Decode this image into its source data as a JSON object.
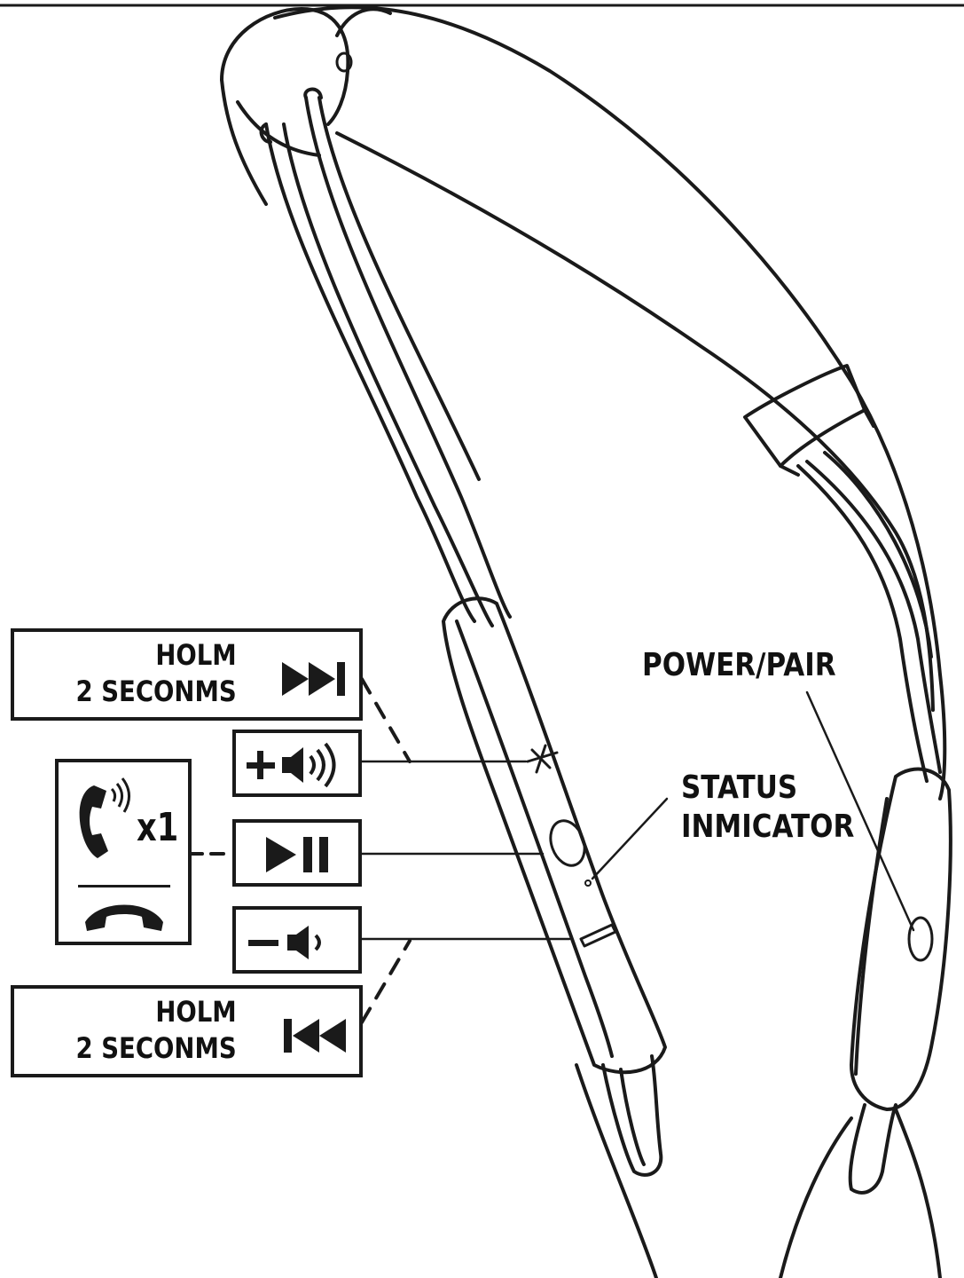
{
  "callouts": {
    "hold_forward": {
      "line1": "HOLM",
      "line2": "2 SECONMS",
      "icon": "next-track-icon"
    },
    "volume_up": {
      "icon": "volume-up-icon"
    },
    "play_pause": {
      "icon": "play-pause-icon"
    },
    "volume_down": {
      "icon": "volume-down-icon"
    },
    "hold_back": {
      "line1": "HOLM",
      "line2": "2 SECONMS",
      "icon": "previous-track-icon"
    },
    "call": {
      "count": "x1",
      "icons": [
        "incoming-call-icon",
        "end-call-icon"
      ]
    }
  },
  "labels": {
    "power_pair": "POWER/PAIR",
    "status_line1": "STATUS",
    "status_line2": "INMICATOR"
  },
  "colors": {
    "ink": "#1a1a1a",
    "paper": "#ffffff"
  }
}
